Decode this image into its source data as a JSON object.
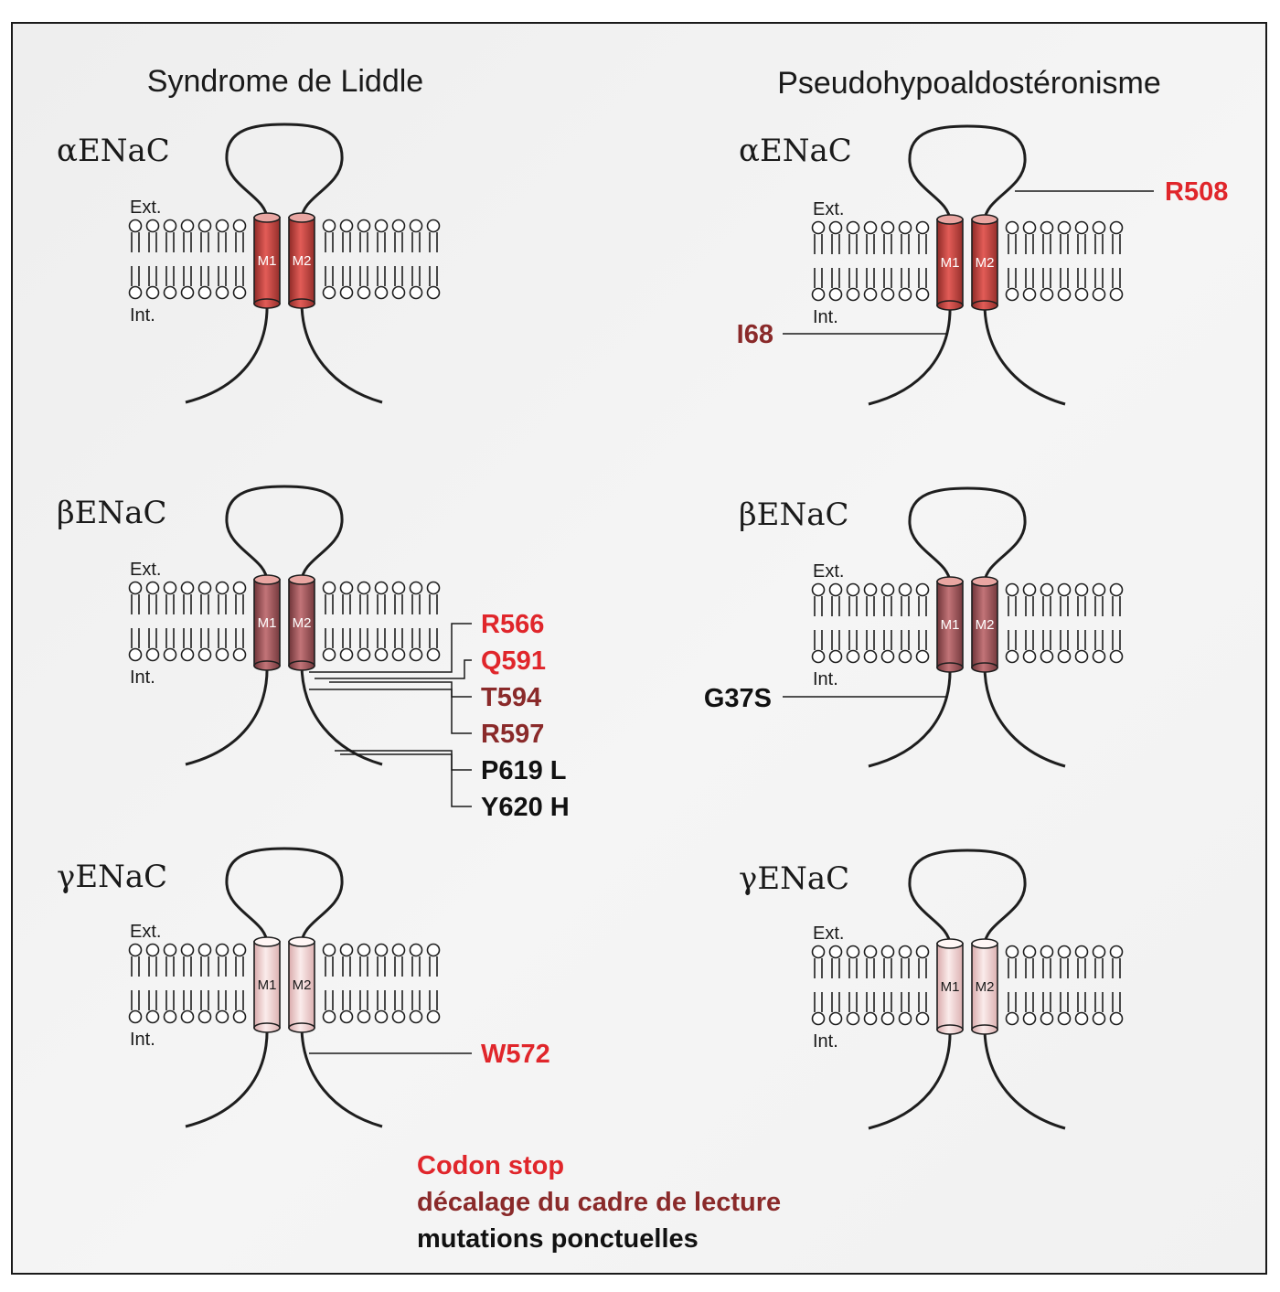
{
  "headings": {
    "left": "Syndrome de Liddle",
    "right": "Pseudohypoaldostéronisme"
  },
  "colors": {
    "codon_stop": "#e0262b",
    "frameshift": "#8a2a2a",
    "point": "#111111",
    "alpha_helix": "#d9544f",
    "beta_helix": "#b9666a",
    "gamma_helix": "#f1d4d4"
  },
  "membrane": {
    "ext": "Ext.",
    "int": "Int.",
    "m1": "M1",
    "m2": "M2"
  },
  "liddle": {
    "alpha": {
      "name": "αENaC"
    },
    "beta": {
      "name": "βENaC",
      "mutations": [
        {
          "label": "R566",
          "type": "codon_stop"
        },
        {
          "label": "Q591",
          "type": "codon_stop"
        },
        {
          "label": "T594",
          "type": "frameshift"
        },
        {
          "label": "R597",
          "type": "frameshift"
        },
        {
          "label": "P619 L",
          "type": "point"
        },
        {
          "label": "Y620 H",
          "type": "point"
        }
      ]
    },
    "gamma": {
      "name": "γENaC",
      "mutations": [
        {
          "label": "W572",
          "type": "codon_stop"
        }
      ]
    }
  },
  "pha": {
    "alpha": {
      "name": "αENaC",
      "mutations": [
        {
          "label": "R508",
          "type": "codon_stop"
        },
        {
          "label": "I68",
          "type": "frameshift"
        }
      ]
    },
    "beta": {
      "name": "βENaC",
      "mutations": [
        {
          "label": "G37S",
          "type": "point"
        }
      ]
    },
    "gamma": {
      "name": "γENaC"
    }
  },
  "legend": {
    "codon_stop": "Codon stop",
    "frameshift": "décalage du cadre de lecture",
    "point": "mutations ponctuelles"
  }
}
